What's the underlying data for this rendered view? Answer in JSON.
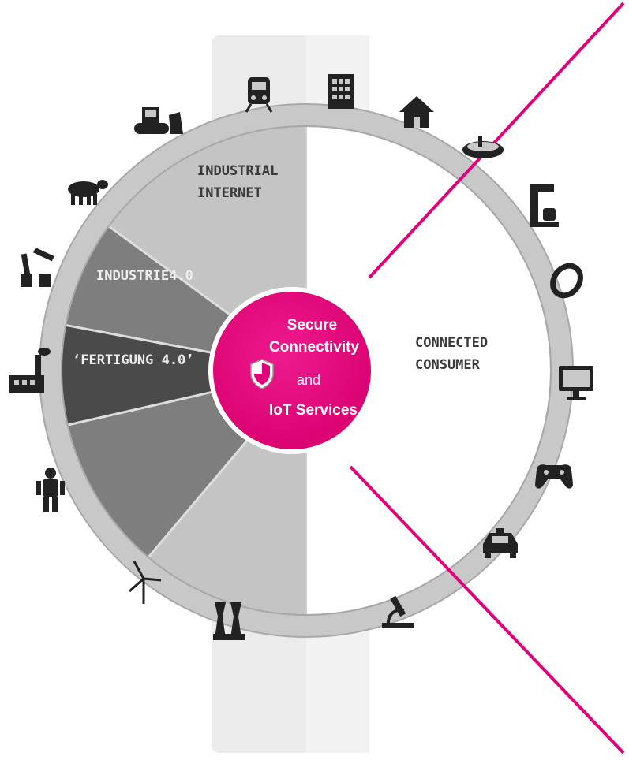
{
  "segments": {
    "industrial_internet": [
      "INDUSTRIAL",
      "INTERNET"
    ],
    "industrie40": "INDUSTRIE4.0",
    "fertigung40": "‘FERTIGUNG 4.0’",
    "connected_consumer": [
      "CONNECTED",
      "CONSUMER"
    ]
  },
  "center": {
    "line1": "Secure",
    "line2": "Connectivity",
    "line3": "and",
    "line4": "IoT Services"
  },
  "colors": {
    "accent": "#e2007a",
    "ring": "#c8c8c8",
    "segment_light": "#c4c4c4",
    "segment_mid": "#7e7e7e",
    "segment_dark": "#4a4a4a",
    "consumer_half": "#ffffff"
  },
  "icons": [
    "train-icon",
    "office-building-icon",
    "house-icon",
    "vacuum-robot-icon",
    "coffee-machine-icon",
    "wearable-ring-icon",
    "monitor-icon",
    "gamepad-icon",
    "car-icon",
    "microscope-icon",
    "power-plant-icon",
    "wind-turbine-icon",
    "humanoid-robot-icon",
    "factory-icon",
    "industrial-robot-icon",
    "cow-icon",
    "bulldozer-icon"
  ]
}
